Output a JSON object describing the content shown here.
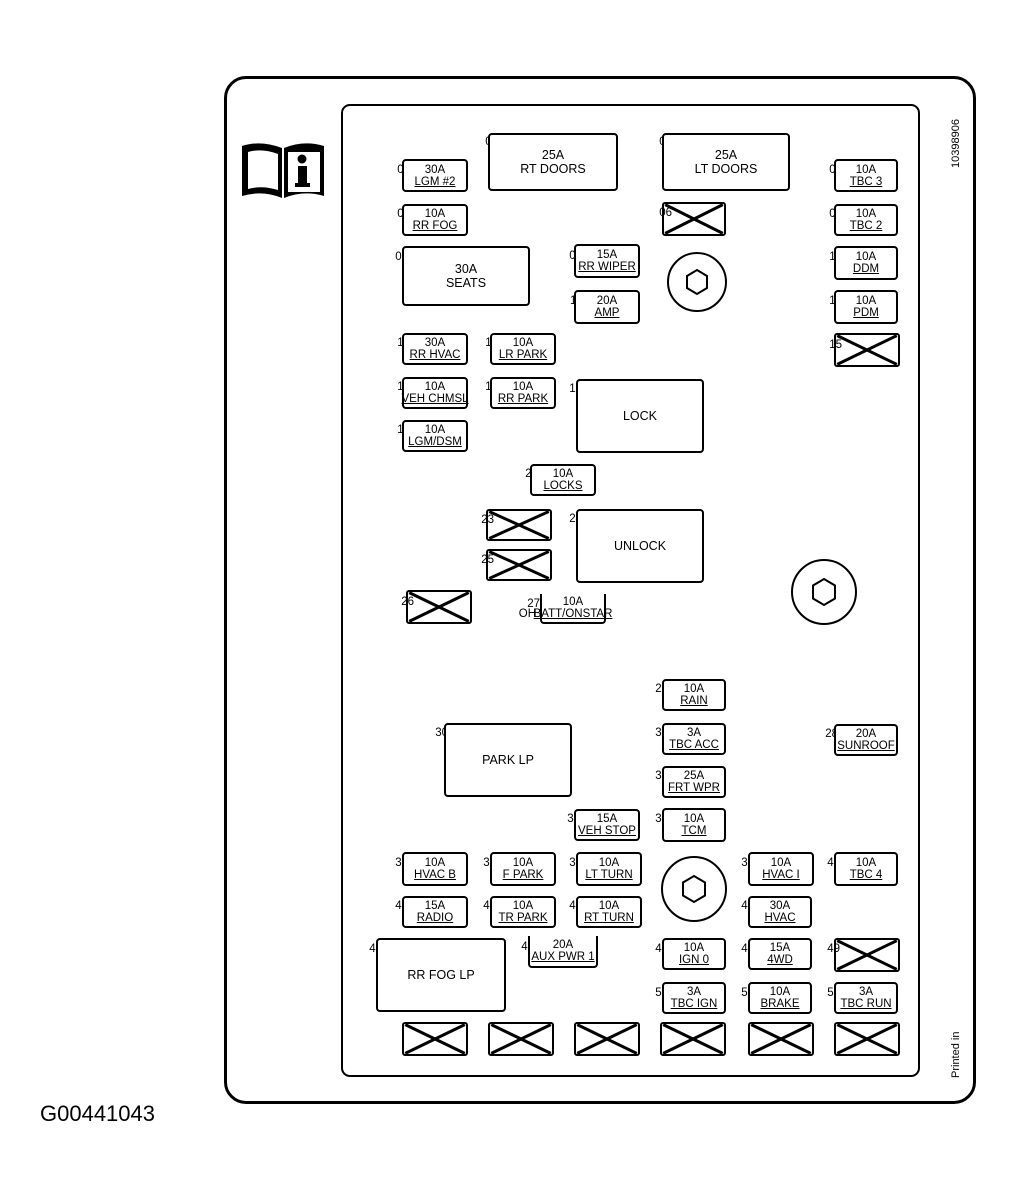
{
  "drawing_id": "10398906",
  "printed_label": "Printed in",
  "figure_code": "G00441043",
  "icon": "manual-info-icon",
  "fuses": [
    {
      "id": "01",
      "amp": "25A",
      "label": "RT DOORS"
    },
    {
      "id": "02",
      "amp": "25A",
      "label": "LT DOORS"
    },
    {
      "id": "03",
      "amp": "30A",
      "label": "LGM #2"
    },
    {
      "id": "04",
      "amp": "10A",
      "label": "TBC 3"
    },
    {
      "id": "05",
      "amp": "10A",
      "label": "RR FOG"
    },
    {
      "id": "06",
      "amp": "",
      "label": ""
    },
    {
      "id": "07",
      "amp": "10A",
      "label": "TBC 2"
    },
    {
      "id": "08",
      "amp": "30A",
      "label": "SEATS"
    },
    {
      "id": "09",
      "amp": "15A",
      "label": "RR WIPER"
    },
    {
      "id": "10",
      "amp": "10A",
      "label": "DDM"
    },
    {
      "id": "11",
      "amp": "20A",
      "label": "AMP"
    },
    {
      "id": "12",
      "amp": "10A",
      "label": "PDM"
    },
    {
      "id": "13",
      "amp": "30A",
      "label": "RR HVAC"
    },
    {
      "id": "14",
      "amp": "10A",
      "label": "LR PARK"
    },
    {
      "id": "15",
      "amp": "",
      "label": ""
    },
    {
      "id": "16",
      "amp": "10A",
      "label": "VEH CHMSL"
    },
    {
      "id": "17",
      "amp": "10A",
      "label": "RR PARK"
    },
    {
      "id": "18",
      "amp": "",
      "label": "LOCK"
    },
    {
      "id": "19",
      "amp": "10A",
      "label": "LGM/DSM"
    },
    {
      "id": "21",
      "amp": "10A",
      "label": "LOCKS"
    },
    {
      "id": "23",
      "amp": "",
      "label": ""
    },
    {
      "id": "24",
      "amp": "",
      "label": "UNLOCK"
    },
    {
      "id": "25",
      "amp": "",
      "label": ""
    },
    {
      "id": "26",
      "amp": "",
      "label": ""
    },
    {
      "id": "27",
      "amp": "10A",
      "label": "BATT/ONSTAR",
      "prefix": "OH"
    },
    {
      "id": "28",
      "amp": "20A",
      "label": "SUNROOF"
    },
    {
      "id": "29",
      "amp": "10A",
      "label": "RAIN"
    },
    {
      "id": "30",
      "amp": "",
      "label": "PARK LP"
    },
    {
      "id": "31",
      "amp": "3A",
      "label": "TBC ACC"
    },
    {
      "id": "33",
      "amp": "25A",
      "label": "FRT WPR"
    },
    {
      "id": "34",
      "amp": "15A",
      "label": "VEH STOP"
    },
    {
      "id": "35",
      "amp": "10A",
      "label": "TCM"
    },
    {
      "id": "36",
      "amp": "10A",
      "label": "HVAC B"
    },
    {
      "id": "37",
      "amp": "10A",
      "label": "F PARK"
    },
    {
      "id": "38",
      "amp": "10A",
      "label": "LT TURN"
    },
    {
      "id": "39",
      "amp": "10A",
      "label": "HVAC I"
    },
    {
      "id": "40",
      "amp": "10A",
      "label": "TBC 4"
    },
    {
      "id": "41",
      "amp": "15A",
      "label": "RADIO"
    },
    {
      "id": "42",
      "amp": "10A",
      "label": "TR PARK"
    },
    {
      "id": "43",
      "amp": "10A",
      "label": "RT TURN"
    },
    {
      "id": "44",
      "amp": "30A",
      "label": "HVAC"
    },
    {
      "id": "45",
      "amp": "",
      "label": "RR FOG LP"
    },
    {
      "id": "46",
      "amp": "20A",
      "label": "AUX PWR 1"
    },
    {
      "id": "47",
      "amp": "10A",
      "label": "IGN 0"
    },
    {
      "id": "48",
      "amp": "15A",
      "label": "4WD"
    },
    {
      "id": "49",
      "amp": "",
      "label": ""
    },
    {
      "id": "50",
      "amp": "3A",
      "label": "TBC IGN"
    },
    {
      "id": "51",
      "amp": "10A",
      "label": "BRAKE"
    },
    {
      "id": "52",
      "amp": "3A",
      "label": "TBC RUN"
    }
  ]
}
